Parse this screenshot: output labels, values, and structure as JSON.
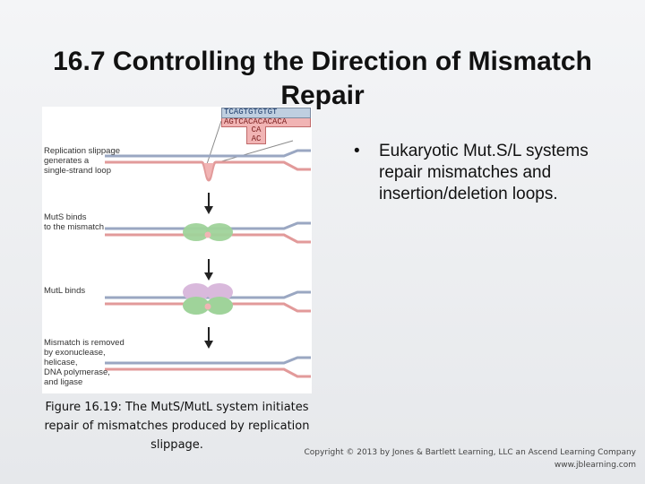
{
  "slide": {
    "title": "16.7  Controlling the Direction of Mismatch Repair"
  },
  "figure": {
    "sequence_top": "TCAGTGTGTGT",
    "sequence_bottom": "AGTCACACACACA",
    "sequence_loop_1": "CA",
    "sequence_loop_2": "AC",
    "step_1_lines": [
      "Replication slippage",
      "generates a",
      "single-strand loop"
    ],
    "step_2_lines": [
      "MutS binds",
      "to the mismatch"
    ],
    "step_3_lines": [
      "MutL binds"
    ],
    "step_4_lines": [
      "Mismatch is removed",
      "by exonuclease,",
      "helicase,",
      "DNA polymerase,",
      "and ligase"
    ],
    "caption": "Figure 16.19: The MutS/MutL system initiates repair of mismatches produced by replication slippage.",
    "colors": {
      "top_strand": "#9aa7c2",
      "bottom_strand": "#e29a9a",
      "muts_protein": "#9fd39a",
      "mutl_protein": "#d9b9dc",
      "arrow": "#222222"
    },
    "icons": [
      "down-arrow-icon",
      "down-arrow-icon",
      "down-arrow-icon"
    ]
  },
  "bullets": [
    "Eukaryotic Mut.S/L systems repair mismatches and insertion/deletion loops."
  ],
  "copyright": {
    "line1": "Copyright © 2013 by Jones & Bartlett Learning, LLC an Ascend Learning Company",
    "line2": "www.jblearning.com"
  }
}
